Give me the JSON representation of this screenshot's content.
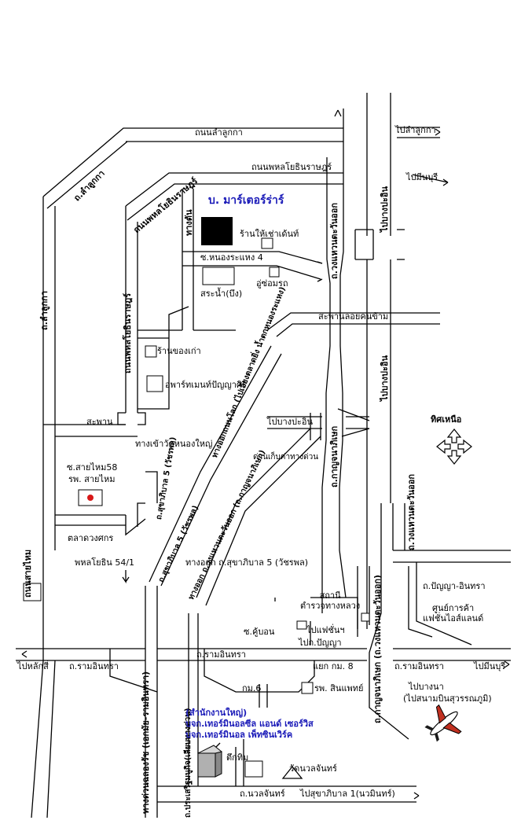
{
  "map": {
    "title": "บ. มาร์เตอร์ร่าร์",
    "compass_label": "ทิศเหนือ",
    "headquarters": {
      "heading": "(สำนักงานใหญ่)",
      "company_1": "บจก.เทอร์มินอลซีล แอนด์ เซอร์วิส",
      "company_2": "บจก.เทอร์มินอล เพ็ทซินเวิร์ค"
    },
    "roads": {
      "lumlukka_road_top": "ถนนลำลูกกา",
      "phahon_road_top": "ถนนพหลโยธินราษฎร์",
      "phahon_road_side": "ถนนพหลโยธินราษฎร์",
      "phahon_road_side2": "ถนนพหลโยธินราษฎร์",
      "lumlukka_left": "ถ.ลำลูกกา",
      "lumlukka_left2": "ถ.ลำลูกกา",
      "soi_nongrahaeng": "ซ.หนองระแหง 4",
      "pedestrian_bridge": "สะพานลอยคนข้าม",
      "bridge_left": "สะพาน",
      "soi_saimai58": "ซ.สายไหม58",
      "wat_nong_yai": "ทางเข้าวัดหนองใหญ่",
      "phahon_5441": "พหลโยธิน 54/1",
      "sukhapiban5_exit": "ทางออก ถ.สุขาภิบาล 5 (วัชรพล)",
      "ram_inthra_mid": "ถ.รามอินทรา",
      "ram_inthra_left": "ถ.รามอินทรา",
      "ram_inthra_right": "ถ.รามอินทรา",
      "soi_khubon": "ซ.คู้บอน",
      "km8": "แยก กม. 8",
      "km6": "กม.6",
      "nuanchan": "ถ.นวลจันทร์",
      "panyaindra": "ถ.ปัญญา-อินทรา",
      "expressway_vert": "ทางด่วนฉลองรัช (เอกมัย-รามอินทรา)",
      "east_ring_vert": "ถ.กาญจนาภิเษก (ถ.วงแหวนตะวันออก)",
      "sukhaphiban5_vert": "ถ.สุขาภิบาล 5 (วัชรพล)",
      "outer_ring_vert": "ถ.วงแหวนตะวันออก",
      "east_kanchana_vert": "ถ.กาญจนาภิเษก",
      "prasert_vert": "ถ.ประเสริฐมนูกิจ(เลียบทางด่วน)",
      "kanchana_upper_vert": "ถ.กาญจนาภิเษก",
      "kanchana_lower_vert": "ถ.กาญจนาภิเษก",
      "phaholyothin_vert": "ถนนพหลโยธิน",
      "bangpa_in_upper": "ไปบางปะอิน",
      "bangpa_in_lower": "ไปบางปะอิน",
      "wongwaen_vert": "ถ.วงแหวนตะวันออก",
      "saimai_road_vert": "ถนนสายไหม",
      "tollway_diag": "ทางออกถนนโลก (ไปเลี่ยงตลาดยิ่ง น้ำตกหนองระแหง)",
      "kanchana_diag": "ทางออก ถ.วงแหวนตะวันออก (ถ.กาญจนาภิเษก)",
      "side_road_vert": "ทางตัน",
      "phahon_lower_vert": "ถ.สุขาภิบาล 5 (วัชรพล)"
    },
    "places": {
      "dental_shop": "ร้านให้เช่าเด้นท์",
      "repair_shop": "อู่ซ่อมรถ",
      "pond": "สระน้ำ(บึง)",
      "antique_shop": "ร้านของเก่า",
      "apartment": "อพาร์ทเมนท์ปัญญาศิริ",
      "hospital": "รพ. สายไหม",
      "market": "ตลาดวงศกร",
      "toll_gate": "ด่านเก็บค่าทางด่วน",
      "police": "สถานี\nตำรวจทางหลวง",
      "fashion_island": "ศูนย์การค้า\nแฟชั่นไอส์แลนด์",
      "sinphaet": "รพ. สินแพทย์",
      "tuk_thim": "ตึกทิม",
      "wat_nuanchan": "วัดนวลจันทร์"
    },
    "directions": {
      "to_lumlukka": "ไปลำลูกกา",
      "to_minburi_top": "ไปมีนบุรี",
      "to_bangpa_in": "ไปบางปะอิน",
      "to_fashion": "ไปแฟชั่นฯ",
      "to_panya": "ไปถ.ปัญญา",
      "to_lak_si": "ไปหลักสี่",
      "to_minburi_bottom": "ไปมีนบุรี",
      "to_bangna": "ไปบางนา",
      "to_suvarnabhumi": "(ไปสนามบินสุวรรณภูมิ)",
      "to_sukhaphiban1": "ไปสุขาภิบาล 1(นวมินทร์)"
    },
    "colors": {
      "road_line": "#000000",
      "title_text": "#1a1ab8",
      "hospital_cross": "#d81818",
      "building_fill": "#b0b0b0",
      "target_fill": "#000000"
    }
  }
}
